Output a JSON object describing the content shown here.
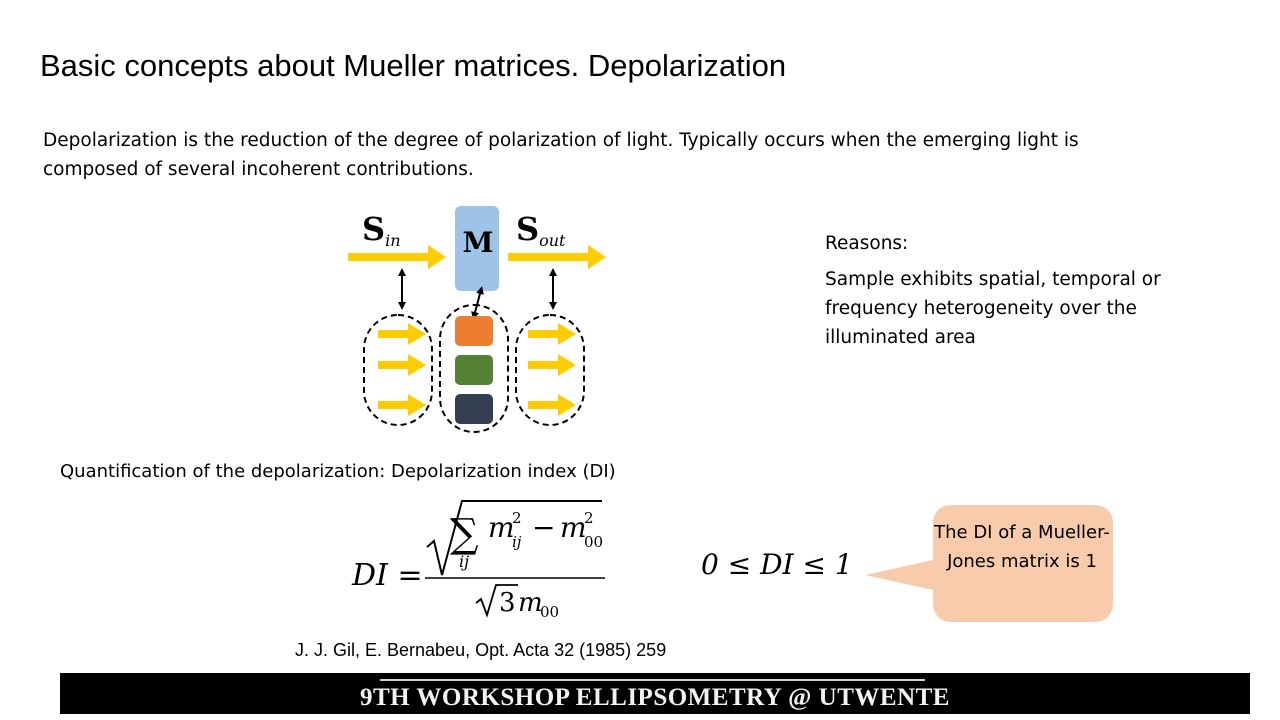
{
  "slide": {
    "title": "Basic concepts about Mueller matrices. Depolarization",
    "intro": "Depolarization is the reduction of the degree of polarization of light. Typically occurs when the emerging light is composed of several incoherent contributions.",
    "reasons_heading": "Reasons:",
    "reasons_text": "Sample exhibits spatial, temporal or frequency heterogeneity over the illuminated area",
    "quantification": "Quantification of the  depolarization: Depolarization index (DI)",
    "reference": "J. J. Gil, E. Bernabeu, Opt. Acta 32 (1985) 259",
    "callout": "The DI of a Mueller-Jones matrix is 1",
    "footer": "9TH WORKSHOP ELLIPSOMETRY @ UTWENTE"
  },
  "diagram": {
    "s_in_symbol": "S",
    "s_in_sub": "in",
    "m_symbol": "M",
    "s_out_symbol": "S",
    "s_out_sub": "out"
  },
  "formula": {
    "lhs": "DI =",
    "sum": "∑",
    "sum_index": "ij",
    "term1": "m",
    "term1_sup": "2",
    "term1_sub": "ij",
    "minus": "−",
    "term2": "m",
    "term2_sup": "2",
    "term2_sub": "00",
    "denom_root": "√",
    "denom_3": "3",
    "denom_m": "m",
    "denom_sub": "00",
    "range": "0 ≤ DI ≤ 1"
  },
  "colors": {
    "arrow": "#ffcc00",
    "matrix_box": "#9dc3e6",
    "element_1": "#ed7d31",
    "element_2": "#548235",
    "element_3": "#333f50",
    "callout": "#f8cbad",
    "footer_bg": "#000000"
  }
}
